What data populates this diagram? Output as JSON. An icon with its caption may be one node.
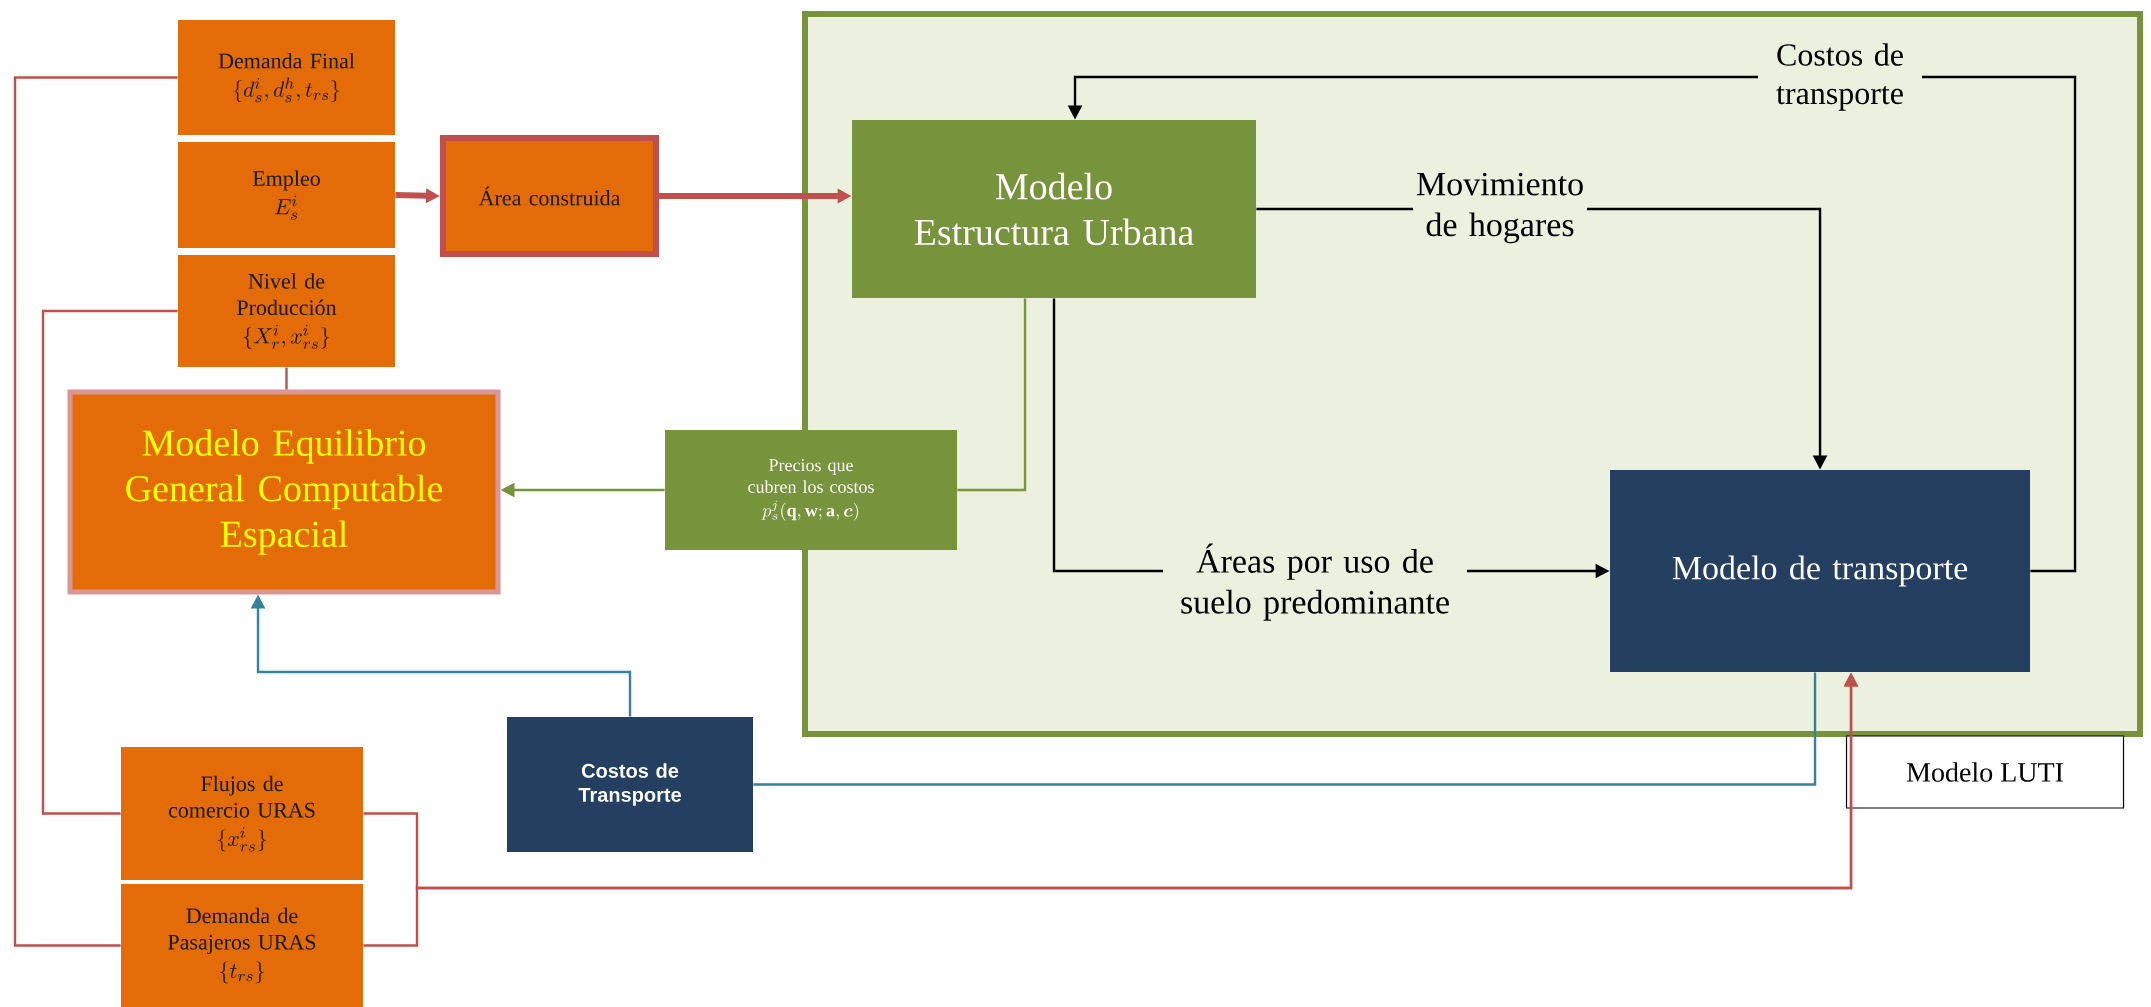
{
  "diagram": {
    "nodes": [
      {
        "text": [
          "Demanda Final",
          "\\{d_s^i, d_s^h, t_{rs}\\}"
        ]
      },
      {
        "text": [
          "Empleo",
          "E_s^i"
        ]
      },
      {
        "text": [
          "Nivel de Producción",
          "\\{X_r^i, x_{rs}^i\\}"
        ]
      },
      {
        "text": [
          "Área construida"
        ]
      },
      {
        "text": [
          "Modelo Equilibrio General Computable Espacial"
        ]
      },
      {
        "text": [
          "Modelo LUTI"
        ]
      },
      {
        "text": [
          "Modelo Estructura Urbana"
        ],
        "in": 5
      },
      {
        "text": [
          "Modelo de transporte"
        ],
        "in": 5
      },
      {
        "text": [
          "Precios que cubren los costos",
          "p_s^j(\\mathbf{q},\\mathbf{w};\\mathbf{a},\\boldsymbol{c})"
        ]
      },
      {
        "text": [
          "Costos de Transporte"
        ]
      },
      {
        "text": [
          "Flujos de comercio URAS",
          "\\{x_{rs}^i\\}"
        ]
      },
      {
        "text": [
          "Demanda de Pasajeros URAS",
          "\\{t_{rs}\\}"
        ]
      }
    ],
    "edges": [
      {
        "from": 0,
        "to": 11,
        "arrow": "none"
      },
      {
        "from": 2,
        "to": 10,
        "arrow": "none"
      },
      {
        "from": 2,
        "to": 4,
        "arrow": "none"
      },
      {
        "from": 1,
        "to": 3,
        "arrow": "to",
        "style": "thick"
      },
      {
        "from": 3,
        "to": 6,
        "arrow": "to",
        "style": "thick"
      },
      {
        "from": 6,
        "to": 8,
        "arrow": "none",
        "color": "#77933c"
      },
      {
        "from": 8,
        "to": 4,
        "arrow": "to",
        "color": "#77933c"
      },
      {
        "from": 6,
        "to": 7,
        "arrow": "to",
        "label": "Movimiento de hogares",
        "color": "#000000"
      },
      {
        "from": 6,
        "to": 7,
        "arrow": "to",
        "label": "Áreas por uso de suelo predominante",
        "color": "#000000"
      },
      {
        "from": 7,
        "to": 6,
        "arrow": "to",
        "label": "Costos de transporte",
        "color": "#000000"
      },
      {
        "from": 9,
        "to": 4,
        "arrow": "to",
        "color": "#31849b"
      },
      {
        "from": 9,
        "to": 7,
        "arrow": "none",
        "color": "#31849b"
      },
      {
        "from": 10,
        "to": 7,
        "arrow": "to"
      },
      {
        "from": 11,
        "to": 7,
        "arrow": "to"
      }
    ]
  }
}
